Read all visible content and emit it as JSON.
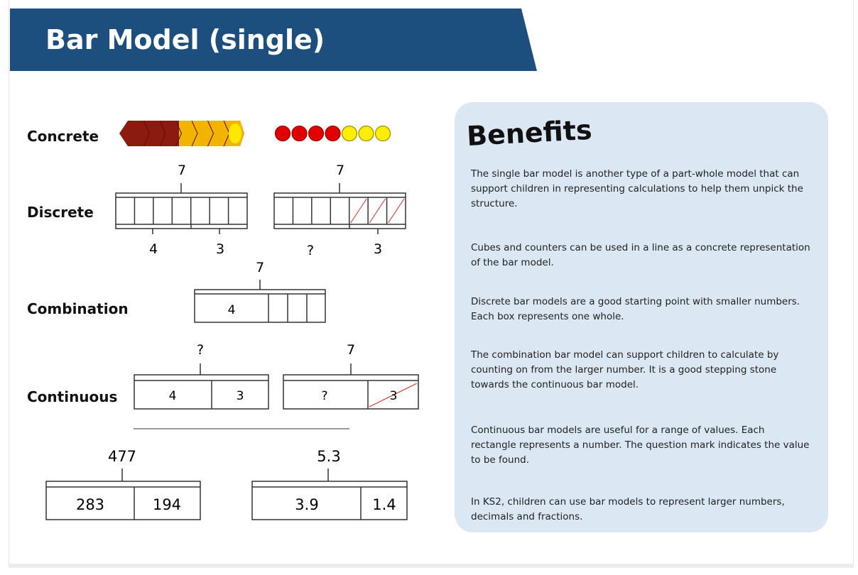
{
  "title": "Bar Model (single)",
  "colors": {
    "banner": "#1d4f7e",
    "panel": "#dbe7f3",
    "counter_red": "#e00000",
    "counter_yellow": "#ffee00",
    "cube_dark": "#8b1a10",
    "cube_light": "#f2b400"
  },
  "rows": {
    "concrete": "Concrete",
    "discrete": "Discrete",
    "combination": "Combination",
    "continuous": "Continuous"
  },
  "concrete": {
    "red_counters": 4,
    "yellow_counters": 3
  },
  "discrete": {
    "left": {
      "total": "7",
      "part_a": "4",
      "part_b": "3"
    },
    "right": {
      "total": "7",
      "part_a": "?",
      "part_b": "3"
    }
  },
  "combination": {
    "total": "7",
    "part": "4"
  },
  "continuous": {
    "left": {
      "total": "?",
      "part_a": "4",
      "part_b": "3"
    },
    "right": {
      "total": "7",
      "part_a": "?",
      "part_b": "3"
    }
  },
  "larger": {
    "left": {
      "total": "477",
      "part_a": "283",
      "part_b": "194"
    },
    "right": {
      "total": "5.3",
      "part_a": "3.9",
      "part_b": "1.4"
    }
  },
  "benefits": {
    "heading": "Benefits",
    "paragraphs": [
      "The single bar model is another type of a part-whole model that can support children in representing calculations to help them unpick the structure.",
      "Cubes and counters can be used in a line as a concrete representation of the bar model.",
      "Discrete bar models are a good starting point with smaller numbers. Each box represents one whole.",
      "The combination bar model can support children to calculate by counting on from the larger number. It is a good stepping stone towards the continuous bar model.",
      "Continuous bar models are useful for a range of values. Each rectangle represents a number. The question mark indicates the value to be found.",
      "In KS2, children can use bar models to represent larger numbers, decimals and fractions."
    ]
  }
}
